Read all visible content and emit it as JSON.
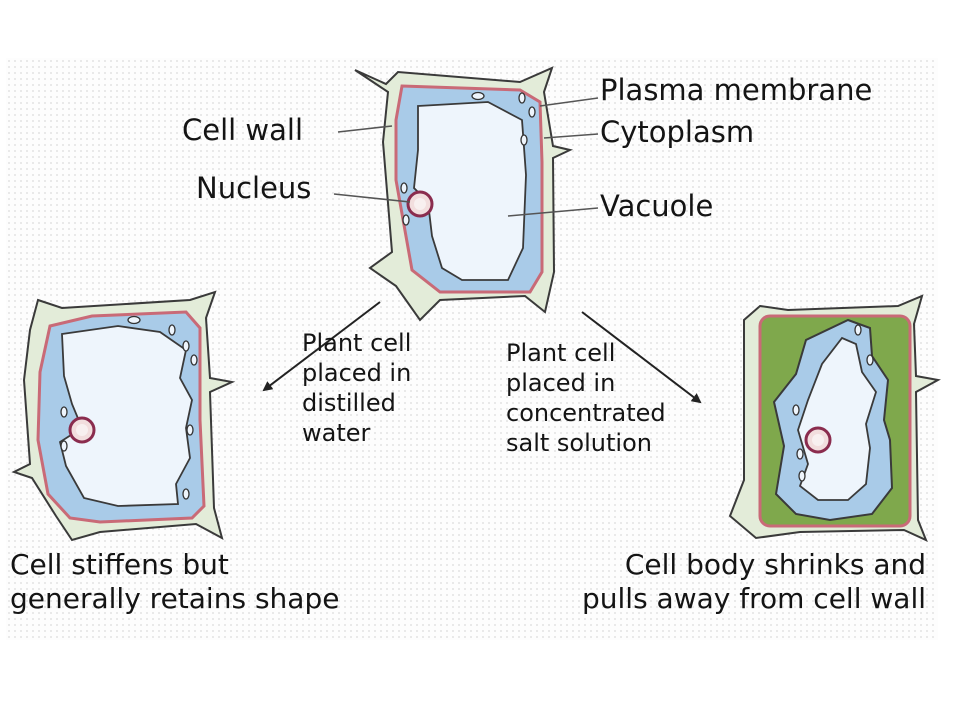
{
  "colors": {
    "background": "#ffffff",
    "cell_wall": "#e3ecd9",
    "cytoplasm": "#a9cbe8",
    "vacuole": "#eef5fc",
    "membrane": "#c96a77",
    "plasmolysis_gap": "#7fa84c",
    "outline": "#3a3a3a"
  },
  "labels": {
    "plasma_membrane": "Plasma membrane",
    "cell_wall": "Cell wall",
    "cytoplasm": "Cytoplasm",
    "nucleus": "Nucleus",
    "vacuole": "Vacuole"
  },
  "conditions": {
    "distilled": "Plant cell\nplaced in\ndistilled\nwater",
    "salt": "Plant cell\nplaced in\nconcentrated\nsalt solution"
  },
  "captions": {
    "turgid": "Cell stiffens but\ngenerally retains shape",
    "plasmolyzed": "Cell body shrinks and\npulls away from cell wall"
  }
}
